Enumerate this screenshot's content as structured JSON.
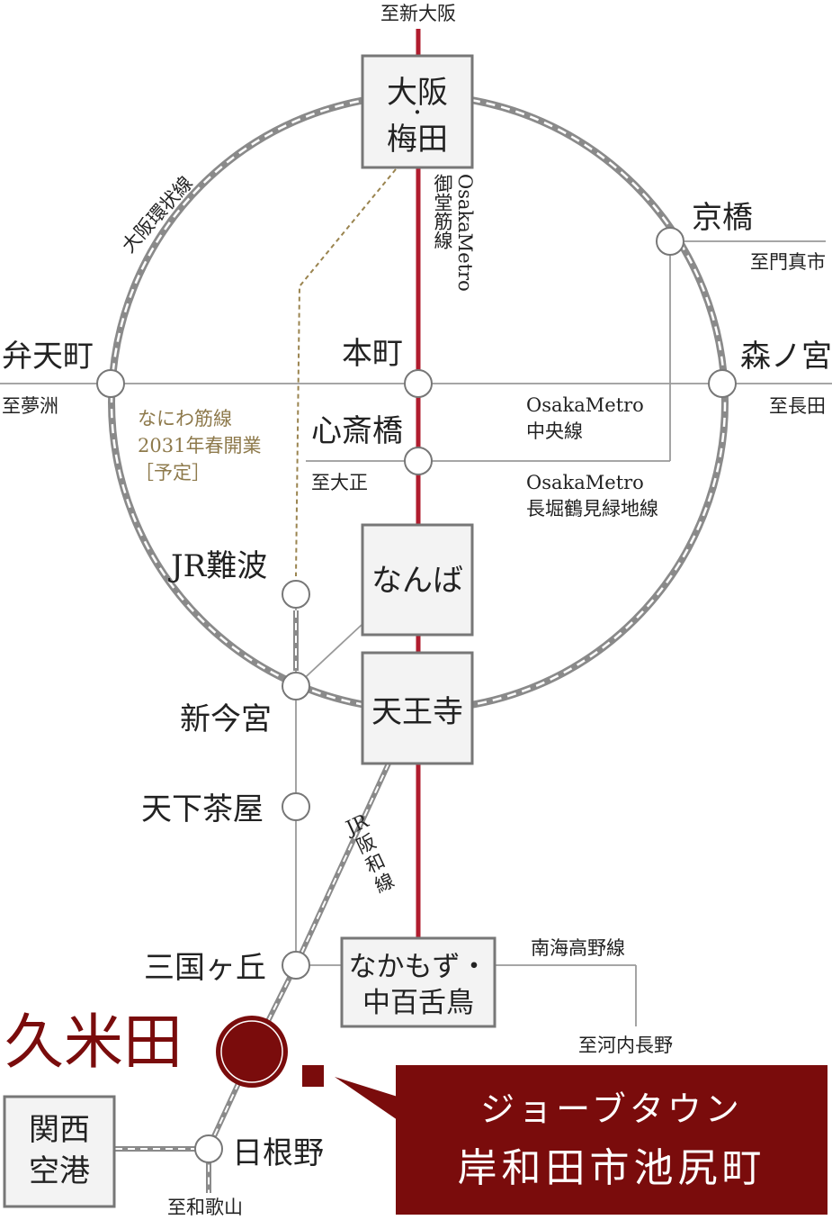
{
  "colors": {
    "metro_midosuji": "#b01c2e",
    "accent_red": "#7a0c0c",
    "jr_gray": "#8a8a8a",
    "naniwa_gold": "#9a844f",
    "station_box_fill": "#f3f3f3"
  },
  "directions": {
    "shin_osaka": "至新大阪",
    "kadoma": "至門真市",
    "yumeshima": "至夢洲",
    "nagata": "至長田",
    "taisho": "至大正",
    "kawachinagano": "至河内長野",
    "wakayama": "至和歌山"
  },
  "lines": {
    "loop": "大阪環状線",
    "midosuji": [
      "OsakaMetro",
      "御堂筋線"
    ],
    "chuo": [
      "OsakaMetro",
      "中央線"
    ],
    "nagahori": [
      "OsakaMetro",
      "長堀鶴見緑地線"
    ],
    "naniwa": [
      "なにわ筋線",
      "2031年春開業",
      "［予定］"
    ],
    "hanwa": [
      "JR",
      "阪",
      "和",
      "線"
    ],
    "nankai_koya": "南海高野線"
  },
  "stations": {
    "umeda": [
      "大阪",
      "・",
      "梅田"
    ],
    "kyobashi": "京橋",
    "bentencho": "弁天町",
    "honmachi": "本町",
    "morinomiya": "森ノ宮",
    "shinsaibashi": "心斎橋",
    "jr_namba": "JR難波",
    "namba": "なんば",
    "shin_imamiya": "新今宮",
    "tennoji": "天王寺",
    "tengachaya": "天下茶屋",
    "mikunigaoka": "三国ヶ丘",
    "nakamozu": [
      "なかもず・",
      "中百舌鳥"
    ],
    "kumeda": "久米田",
    "kansai_airport": [
      "関西",
      "空港"
    ],
    "hineno": "日根野"
  },
  "callout": {
    "line1": "ジョーブタウン",
    "line2": "岸和田市池尻町"
  }
}
